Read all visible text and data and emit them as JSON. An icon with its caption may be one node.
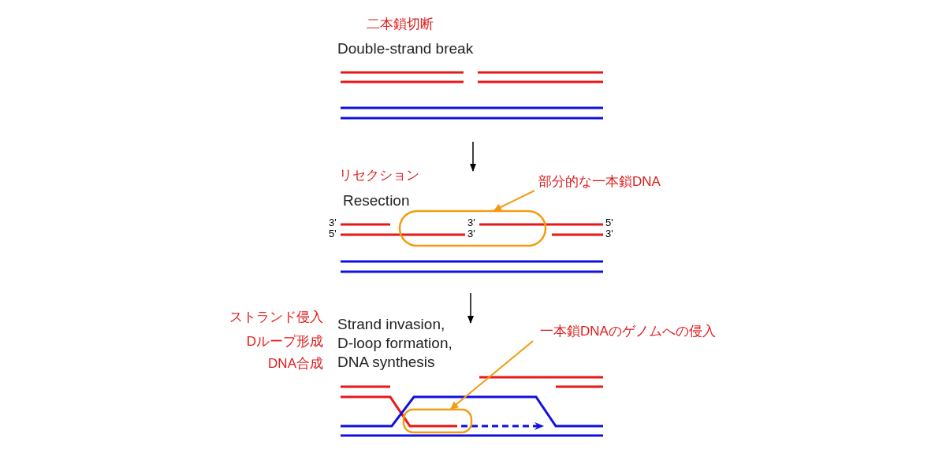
{
  "diagram": {
    "nodes": [
      {
        "text": [
          "部分的な一本鎖DNA"
        ]
      },
      {
        "text": [],
        "shape": "box"
      },
      {
        "text": [
          "一本鎖DNAのゲノムへの侵入"
        ]
      },
      {
        "text": [],
        "shape": "box"
      }
    ],
    "edges": [
      {
        "from": 0,
        "to": 1,
        "arrow": "to"
      },
      {
        "from": 2,
        "to": 3,
        "arrow": "to"
      }
    ],
    "labels": [
      "二本鎖切断",
      "Double-strand break",
      "リセクション",
      "Resection",
      "3'",
      "3'",
      "5'",
      "5'",
      "3'",
      "3'",
      "ストランド侵入",
      "Dループ形成",
      "DNA合成",
      "Strand invasion, D-loop formation, DNA synthesis"
    ]
  }
}
